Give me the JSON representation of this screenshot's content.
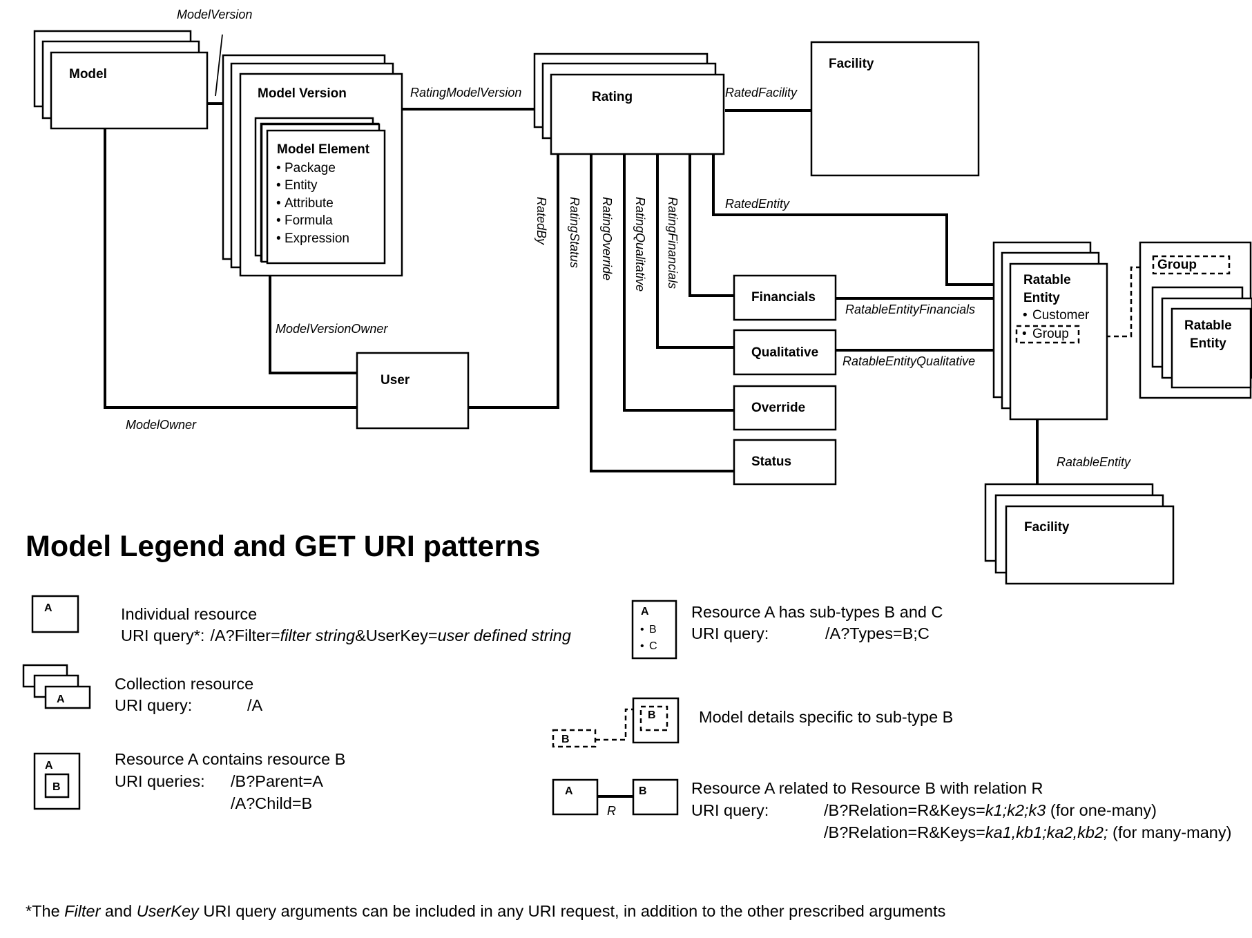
{
  "entities": {
    "model": "Model",
    "model_version": "Model Version",
    "model_element": {
      "title": "Model Element",
      "items": [
        "Package",
        "Entity",
        "Attribute",
        "Formula",
        "Expression"
      ]
    },
    "rating": "Rating",
    "facility": "Facility",
    "financials": "Financials",
    "qualitative": "Qualitative",
    "override": "Override",
    "status": "Status",
    "user": "User",
    "ratable_entity": {
      "title_line1": "Ratable",
      "title_line2": "Entity",
      "items": [
        "Customer",
        "Group"
      ]
    },
    "group": "Group",
    "group_ratable_entity": {
      "line1": "Ratable",
      "line2": "Entity"
    },
    "facility_collection": "Facility"
  },
  "relations": {
    "model_version": "ModelVersion",
    "rating_model_version": "RatingModelVersion",
    "rated_facility": "RatedFacility",
    "rated_entity": "RatedEntity",
    "rated_by": "RatedBy",
    "rating_status": "RatingStatus",
    "rating_override": "RatingOverride",
    "rating_qualitative": "RatingQualitative",
    "rating_financials": "RatingFinancials",
    "model_version_owner": "ModelVersionOwner",
    "model_owner": "ModelOwner",
    "ratable_entity_financials": "RatableEntityFinancials",
    "ratable_entity_qualitative": "RatableEntityQualitative",
    "ratable_entity": "RatableEntity"
  },
  "legend": {
    "title": "Model Legend and GET URI patterns",
    "individual": {
      "box": "A",
      "label": "Individual resource",
      "uri_label": "URI query*:",
      "uri_parts": [
        "/A?Filter=",
        "filter string",
        "&UserKey=",
        "user defined string"
      ]
    },
    "collection": {
      "box": "A",
      "label": "Collection resource",
      "uri_label": "URI query:",
      "uri": "/A"
    },
    "contains": {
      "outer_box": "A",
      "inner_box": "B",
      "label": "Resource A contains resource B",
      "uri_label": "URI queries:",
      "uri_1": "/B?Parent=A",
      "uri_2": "/A?Child=B"
    },
    "subtypes": {
      "box": "A",
      "items": [
        "B",
        "C"
      ],
      "label": "Resource A has sub-types B and C",
      "uri_label": "URI query:",
      "uri": "/A?Types=B;C"
    },
    "subtype_details": {
      "box": "B",
      "label": "Model details specific to sub-type B"
    },
    "related": {
      "box_a": "A",
      "box_b": "B",
      "relation": "R",
      "label": "Resource A related to Resource B with relation R",
      "uri_label": "URI query:",
      "uri_1_parts": [
        "/B?Relation=R&Keys=",
        "k1;k2;k3",
        "  (for one-many)"
      ],
      "uri_2_parts": [
        "/B?Relation=R&Keys=",
        "ka1,kb1;ka2,kb2;",
        " (for many-many)"
      ]
    }
  },
  "footnote_parts": [
    "*The ",
    "Filter",
    " and ",
    "UserKey",
    " URI query arguments can be included in any URI request, in addition to the other prescribed arguments"
  ]
}
